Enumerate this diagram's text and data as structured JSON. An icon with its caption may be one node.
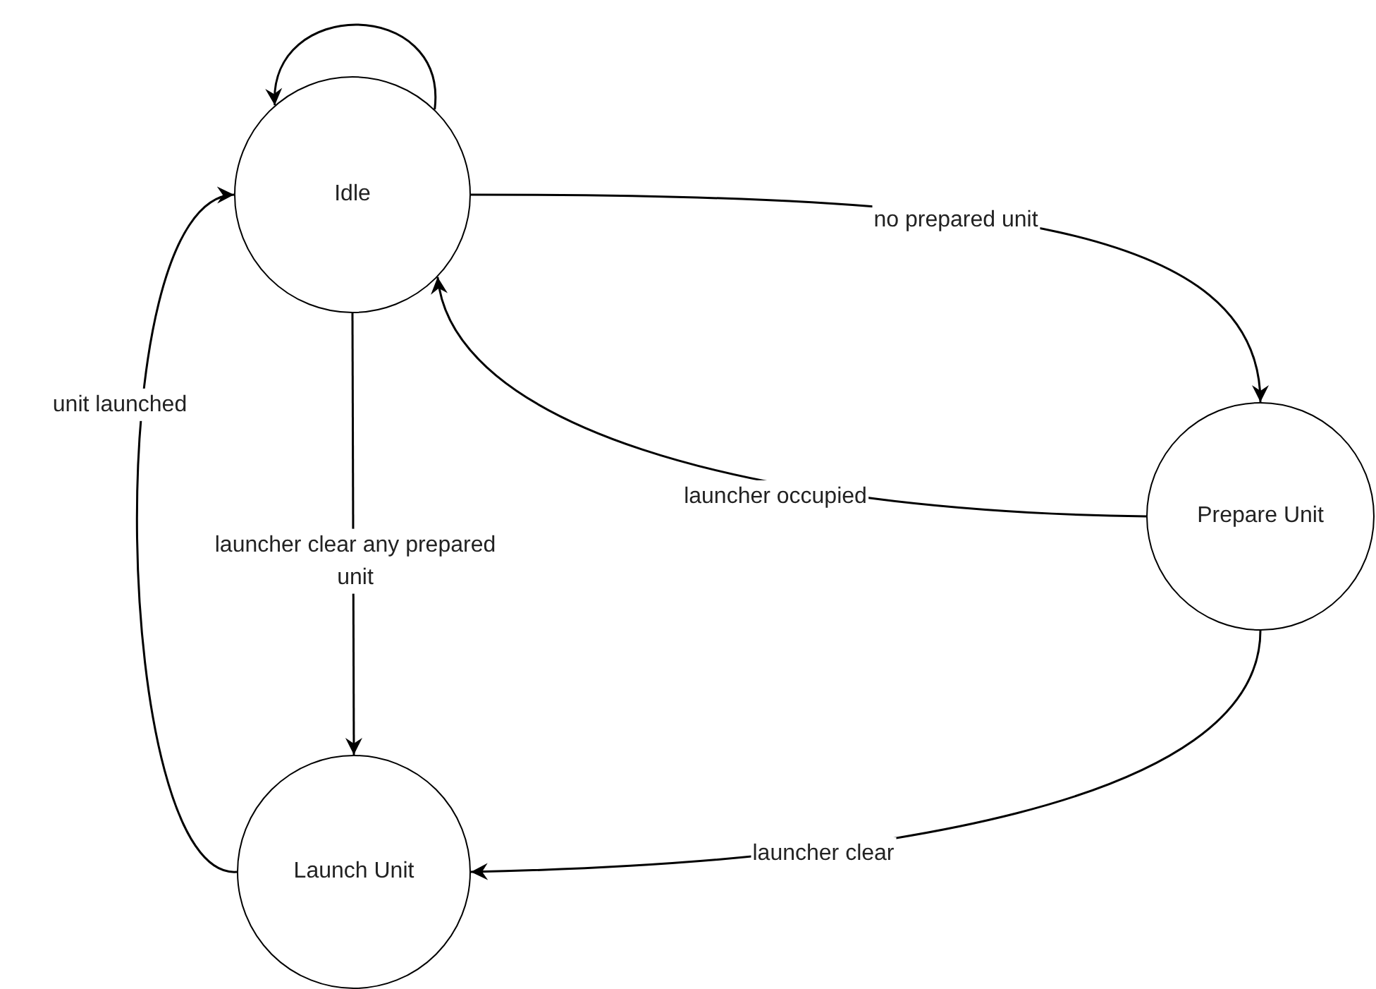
{
  "diagram": {
    "nodes": [
      {
        "text": [
          "Idle"
        ]
      },
      {
        "text": [
          "Prepare Unit"
        ]
      },
      {
        "text": [
          "Launch Unit"
        ]
      }
    ],
    "edges": [
      {
        "from": 0,
        "to": 0,
        "arrow": "to"
      },
      {
        "from": 0,
        "to": 1,
        "arrow": "to",
        "label": "no prepared unit"
      },
      {
        "from": 1,
        "to": 0,
        "arrow": "to",
        "label": "launcher occupied"
      },
      {
        "from": 0,
        "to": 2,
        "arrow": "to",
        "label": "launcher clear any prepared unit"
      },
      {
        "from": 1,
        "to": 2,
        "arrow": "to",
        "label": "launcher clear"
      },
      {
        "from": 2,
        "to": 0,
        "arrow": "to",
        "label": "unit launched"
      }
    ]
  }
}
